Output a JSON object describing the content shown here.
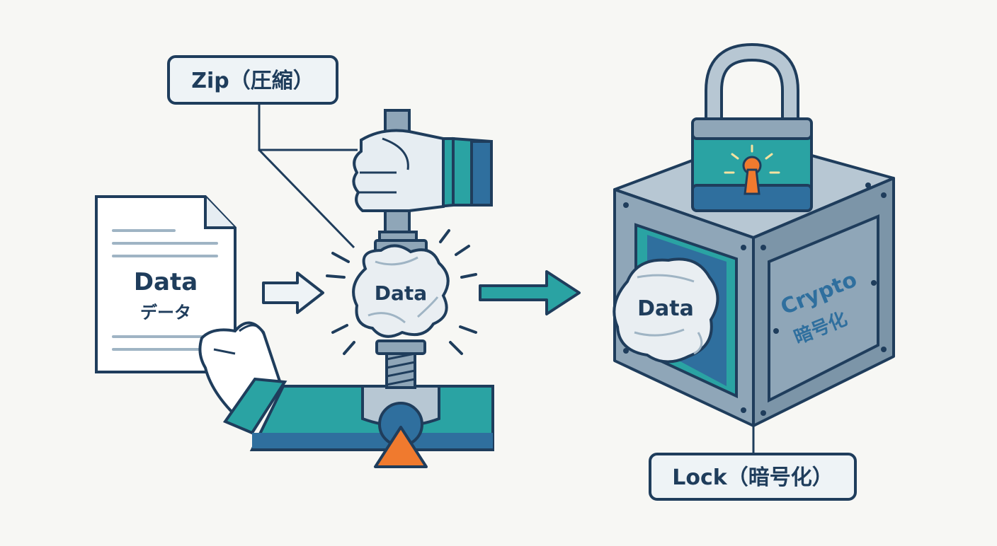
{
  "colors": {
    "outline": "#1f3d5c",
    "teal": "#2aa3a3",
    "blue": "#2f6f9e",
    "steel": "#8fa6b8",
    "steel_light": "#b7c7d3",
    "paper": "#ffffff",
    "accent_orange": "#f07a2e",
    "background": "#f7f7f4"
  },
  "labels": {
    "zip": "Zip（圧縮）",
    "lock": "Lock（暗号化）"
  },
  "document": {
    "title": "Data",
    "subtitle": "データ"
  },
  "compressed": {
    "label": "Data"
  },
  "vault": {
    "data_label": "Data",
    "panel_title": "Crypto",
    "panel_subtitle": "暗号化"
  },
  "icons": [
    "document-icon",
    "hand-icon",
    "arrow-right-icon",
    "press-icon",
    "padlock-icon",
    "keyhole-icon",
    "vault-icon"
  ]
}
